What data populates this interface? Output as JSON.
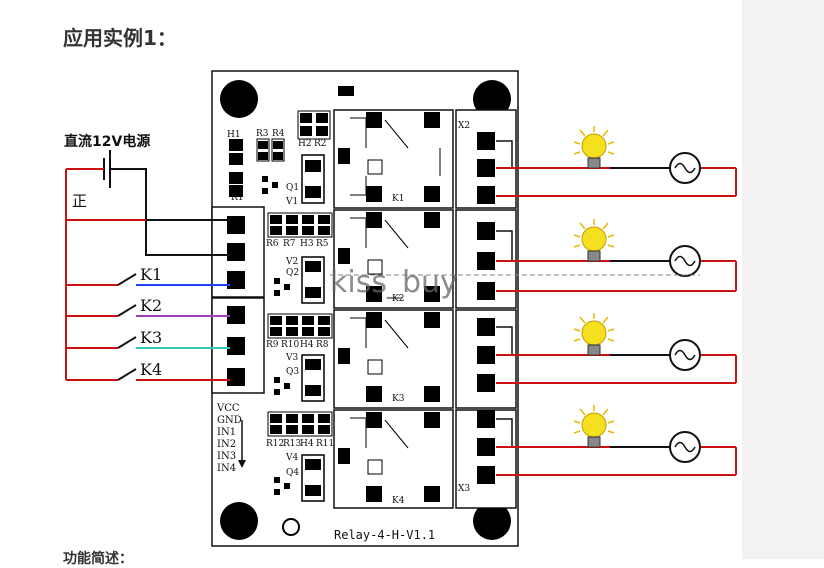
{
  "page_title": "应用实例1：",
  "footer_text": "功能简述：",
  "power_supply": {
    "label": "直流12V电源",
    "polarity": "正"
  },
  "switches": [
    "K1",
    "K2",
    "K3",
    "K4"
  ],
  "board": {
    "name": "Relay-4-H-V1.1",
    "pins": [
      "VCC",
      "GND",
      "IN1",
      "IN2",
      "IN3",
      "IN4"
    ],
    "labels": {
      "h1": "H1",
      "h2": "H2",
      "r1": "R1",
      "r2": "R2",
      "r3": "R3",
      "r4": "R4",
      "r5": "R5",
      "r6": "R6",
      "r7": "R7",
      "r8": "R8",
      "r9": "R9",
      "r10": "R10",
      "r11": "R11",
      "r12": "R12",
      "r13": "R13",
      "v1": "V1",
      "v2": "V2",
      "v3": "V3",
      "v4": "V4",
      "q1": "Q1",
      "q2": "Q2",
      "q3": "Q3",
      "q4": "Q4",
      "k1": "K1",
      "k2": "K2",
      "k3": "K3",
      "k4": "K4",
      "x2": "X2",
      "x3": "X3",
      "h3": "H3",
      "h4": "H4"
    }
  },
  "watermark": "kiss_buy",
  "colors": {
    "wire_red": "#cc1111",
    "wire_black": "#111111",
    "wire_purple": "#a040c0",
    "wire_cyan": "#30c8c0",
    "wire_blue": "#2040ff",
    "bulb": "#f5e020"
  }
}
